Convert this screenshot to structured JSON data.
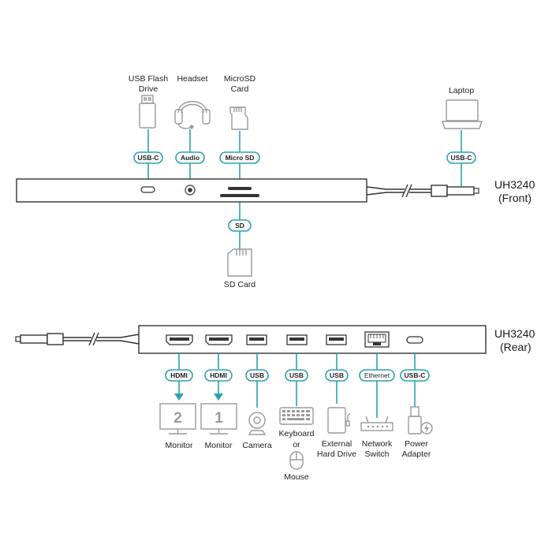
{
  "front": {
    "model": "UH3240",
    "side": "(Front)",
    "devices": {
      "usb_flash_line1": "USB Flash",
      "usb_flash_line2": "Drive",
      "headset": "Headset",
      "microsd_line1": "MicroSD",
      "microsd_line2": "Card",
      "laptop": "Laptop",
      "sd_card": "SD Card"
    },
    "ports": {
      "usbc": "USB-C",
      "audio": "Audio",
      "microsd": "Micro SD",
      "sd": "SD",
      "laptop_usbc": "USB-C"
    }
  },
  "rear": {
    "model": "UH3240",
    "side": "(Rear)",
    "ports": {
      "hdmi1": "HDMI",
      "hdmi2": "HDMI",
      "usb1": "USB",
      "usb2": "USB",
      "usb3": "USB",
      "ethernet": "Ethernet",
      "usbc": "USB-C"
    },
    "monitor2_number": "2",
    "monitor1_number": "1",
    "devices": {
      "monitor_a": "Monitor",
      "monitor_b": "Monitor",
      "camera": "Camera",
      "keyboard": "Keyboard",
      "or": "or",
      "mouse": "Mouse",
      "ext_line1": "External",
      "ext_line2": "Hard Drive",
      "net_line1": "Network",
      "net_line2": "Switch",
      "power_line1": "Power",
      "power_line2": "Adapter"
    }
  },
  "colors": {
    "accent": "#2aa3ad",
    "device_gray": "#9a9a9a",
    "hub_outline": "#333333"
  }
}
